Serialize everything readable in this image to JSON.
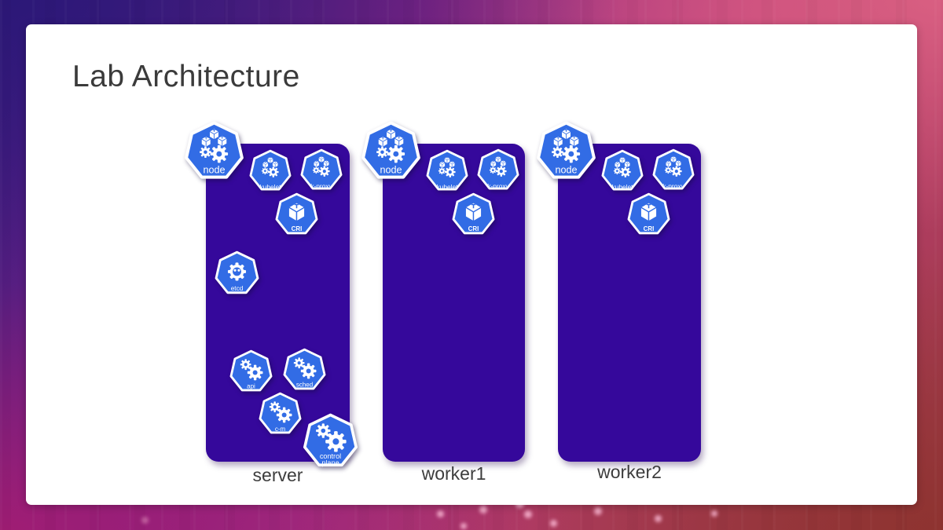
{
  "slide": {
    "title": "Lab Architecture"
  },
  "colors": {
    "block_purple": "#35089B",
    "icon_blue": "#326CE5",
    "panel_bg": "#FFFFFF",
    "title_text": "#3B3B3B",
    "bg_top_left": "#2C1878",
    "bg_top_right": "#D95F82",
    "bg_bottom_left": "#A01D74",
    "bg_bottom_right": "#8E3330"
  },
  "clusters": [
    {
      "label": "server",
      "components": [
        {
          "label": "node",
          "icon": "kubernetes-node-icon"
        },
        {
          "label": "kubelet",
          "icon": "kubelet-icon"
        },
        {
          "label": "k-proxy",
          "icon": "kube-proxy-icon"
        },
        {
          "label": "CRI",
          "icon": "cri-icon"
        },
        {
          "label": "etcd",
          "icon": "etcd-icon"
        },
        {
          "label": "api",
          "icon": "api-server-icon"
        },
        {
          "label": "sched",
          "icon": "scheduler-icon"
        },
        {
          "label": "c-m",
          "icon": "controller-manager-icon"
        },
        {
          "label": "control plane",
          "label_l1": "control",
          "label_l2": "plane",
          "icon": "control-plane-icon"
        }
      ]
    },
    {
      "label": "worker1",
      "components": [
        {
          "label": "node",
          "icon": "kubernetes-node-icon"
        },
        {
          "label": "kubelet",
          "icon": "kubelet-icon"
        },
        {
          "label": "k-proxy",
          "icon": "kube-proxy-icon"
        },
        {
          "label": "CRI",
          "icon": "cri-icon"
        }
      ]
    },
    {
      "label": "worker2",
      "components": [
        {
          "label": "node",
          "icon": "kubernetes-node-icon"
        },
        {
          "label": "kubelet",
          "icon": "kubelet-icon"
        },
        {
          "label": "k-proxy",
          "icon": "kube-proxy-icon"
        },
        {
          "label": "CRI",
          "icon": "cri-icon"
        }
      ]
    }
  ]
}
